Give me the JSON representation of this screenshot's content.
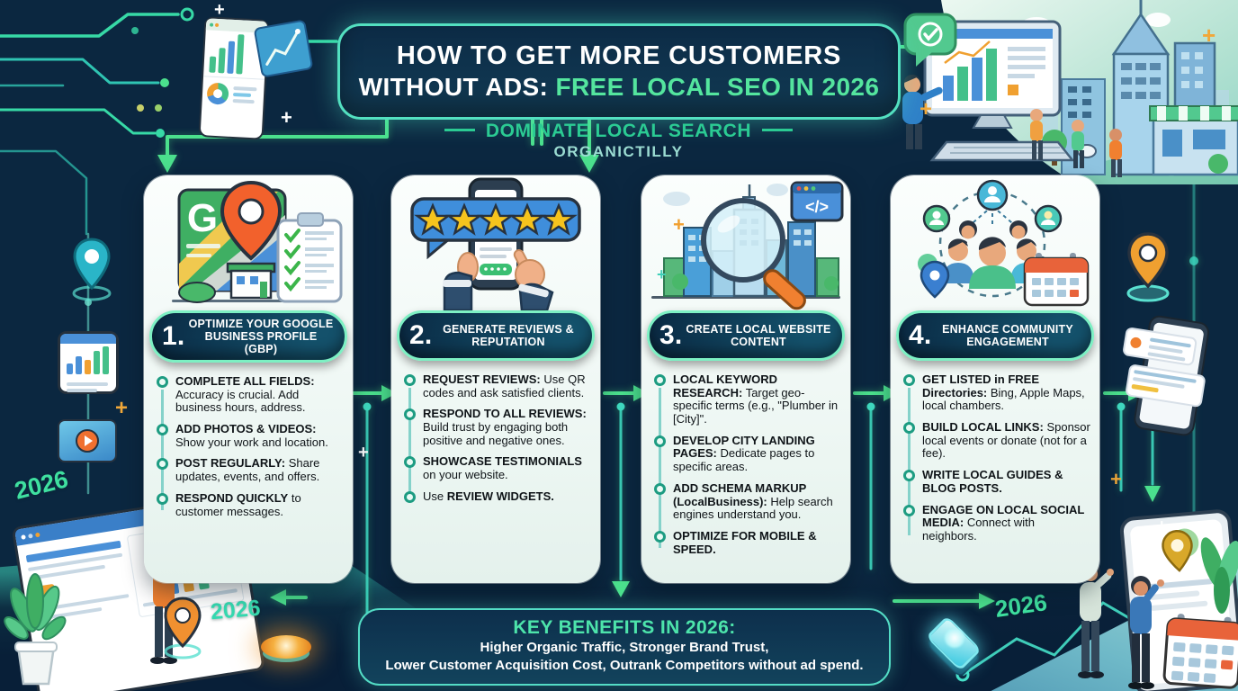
{
  "title": {
    "line1": "HOW TO GET MORE CUSTOMERS",
    "line2_white": "WITHOUT ADS:",
    "line2_accent": "FREE LOCAL SEO IN 2026"
  },
  "subtitle": {
    "line1": "DOMINATE LOCAL SEARCH",
    "line2": "ORGANICTILLY"
  },
  "steps": [
    {
      "number": "1.",
      "title": "OPTIMIZE YOUR GOOGLE BUSINESS PROFILE (GBP)",
      "icon": "google-business-profile-map-pin-checklist-icon",
      "bullets": [
        {
          "prefix": "",
          "lead": "COMPLETE ALL FIELDS:",
          "text": "Accuracy is crucial. Add business hours, address."
        },
        {
          "prefix": "",
          "lead": "ADD PHOTOS & VIDEOS:",
          "text": "Show your work and location."
        },
        {
          "prefix": "",
          "lead": "POST REGULARLY:",
          "text": "Share updates, events, and offers."
        },
        {
          "prefix": "",
          "lead": "RESPOND QUICKLY",
          "text": "to customer messages."
        }
      ]
    },
    {
      "number": "2.",
      "title": "GENERATE REVIEWS & REPUTATION",
      "icon": "five-star-review-phone-hands-icon",
      "bullets": [
        {
          "prefix": "",
          "lead": "REQUEST REVIEWS:",
          "text": "Use QR codes and ask satisfied clients."
        },
        {
          "prefix": "",
          "lead": "RESPOND TO ALL REVIEWS:",
          "text": "Build trust by engaging both positive and negative ones."
        },
        {
          "prefix": "",
          "lead": "SHOWCASE TESTIMONIALS",
          "text": "on your website."
        },
        {
          "prefix": "Use ",
          "lead": "REVIEW WIDGETS.",
          "text": ""
        }
      ]
    },
    {
      "number": "3.",
      "title": "CREATE LOCAL WEBSITE CONTENT",
      "icon": "city-search-magnifier-code-icon",
      "bullets": [
        {
          "prefix": "",
          "lead": "LOCAL KEYWORD RESEARCH:",
          "text": "Target geo-specific terms (e.g., \"Plumber in [City]\"."
        },
        {
          "prefix": "",
          "lead": "DEVELOP CITY LANDING PAGES:",
          "text": "Dedicate pages to specific areas."
        },
        {
          "prefix": "",
          "lead": "ADD SCHEMA MARKUP (LocalBusiness):",
          "text": "Help search engines understand you."
        },
        {
          "prefix": "",
          "lead": "OPTIMIZE FOR MOBILE & SPEED.",
          "text": ""
        }
      ]
    },
    {
      "number": "4.",
      "title": "ENHANCE COMMUNITY ENGAGEMENT",
      "icon": "community-network-calendar-icon",
      "bullets": [
        {
          "prefix": "",
          "lead": "GET LISTED in FREE Directories:",
          "text": "Bing, Apple Maps, local chambers."
        },
        {
          "prefix": "",
          "lead": "BUILD LOCAL LINKS:",
          "text": "Sponsor local events or donate (not for a fee)."
        },
        {
          "prefix": "",
          "lead": "WRITE LOCAL GUIDES & BLOG POSTS.",
          "text": ""
        },
        {
          "prefix": "",
          "lead": "ENGAGE ON LOCAL SOCIAL MEDIA:",
          "text": "Connect with neighbors."
        }
      ]
    }
  ],
  "benefits": {
    "title": "KEY BENEFITS IN 2026:",
    "line1": "Higher Organic Traffic, Stronger Brand Trust,",
    "line2": "Lower Customer Acquisition Cost, Outrank Competitors without ad spend."
  },
  "decorations": {
    "year_left": "2026",
    "year_bottom_left": "2026",
    "year_bottom_right": "2026",
    "code_badge": "</>",
    "google_g": "G"
  },
  "colors": {
    "accent_green": "#4be08d",
    "accent_teal": "#3fd9c0",
    "banner_navy": "#0e2f4c",
    "card_bg": "#eef7f4",
    "star_gold": "#f6c41d",
    "pin_orange": "#f2612c"
  }
}
